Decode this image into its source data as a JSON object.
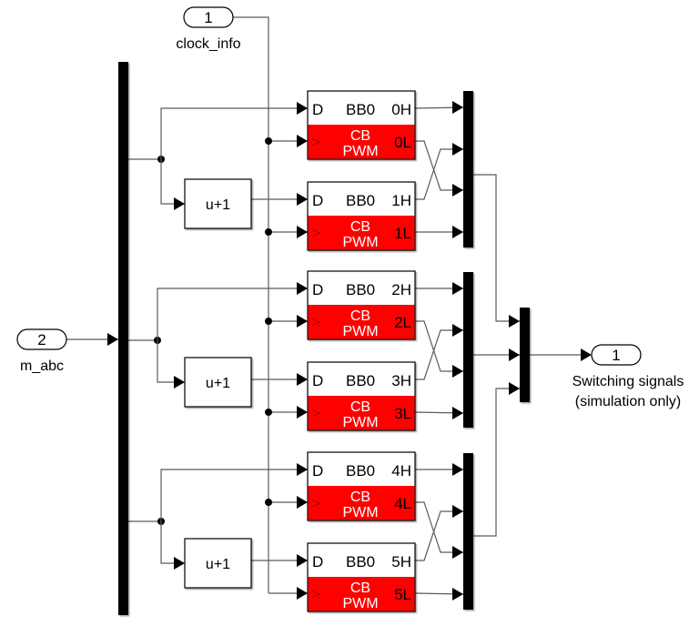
{
  "diagram": {
    "inports": [
      {
        "id": "clock-info",
        "number": "1",
        "label": "clock_info"
      },
      {
        "id": "m-abc",
        "number": "2",
        "label": "m_abc"
      }
    ],
    "outports": [
      {
        "id": "switching-signals",
        "number": "1",
        "label_line1": "Switching signals",
        "label_line2": "(simulation only)"
      }
    ],
    "gain_blocks": [
      {
        "label": "u+1"
      },
      {
        "label": "u+1"
      },
      {
        "label": "u+1"
      }
    ],
    "pwm_blocks": [
      {
        "d": "D",
        "clk": ">",
        "name": "BB0",
        "line1": "CB",
        "line2": "PWM",
        "high": "0H",
        "low": "0L"
      },
      {
        "d": "D",
        "clk": ">",
        "name": "BB0",
        "line1": "CB",
        "line2": "PWM",
        "high": "1H",
        "low": "1L"
      },
      {
        "d": "D",
        "clk": ">",
        "name": "BB0",
        "line1": "CB",
        "line2": "PWM",
        "high": "2H",
        "low": "2L"
      },
      {
        "d": "D",
        "clk": ">",
        "name": "BB0",
        "line1": "CB",
        "line2": "PWM",
        "high": "3H",
        "low": "3L"
      },
      {
        "d": "D",
        "clk": ">",
        "name": "BB0",
        "line1": "CB",
        "line2": "PWM",
        "high": "4H",
        "low": "4L"
      },
      {
        "d": "D",
        "clk": ">",
        "name": "BB0",
        "line1": "CB",
        "line2": "PWM",
        "high": "5H",
        "low": "5L"
      }
    ],
    "colors": {
      "pwm_red": "#ff0000",
      "wire": "#5a5a5a",
      "bar": "#000000"
    }
  }
}
